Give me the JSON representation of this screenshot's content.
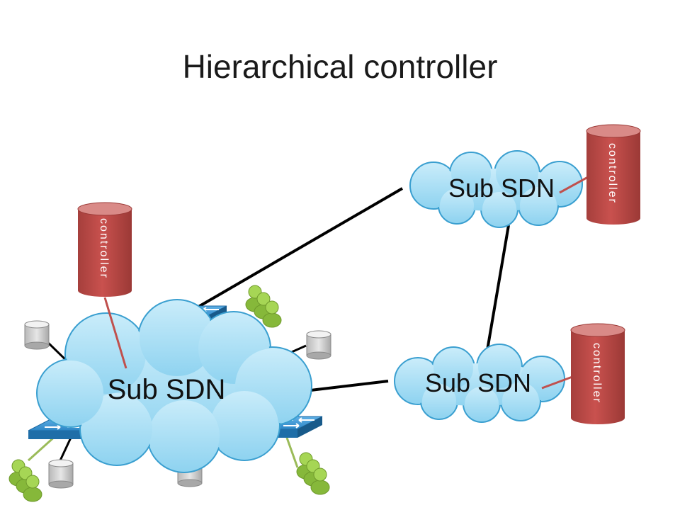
{
  "slide": {
    "title": "Hierarchical controller"
  },
  "clouds": [
    {
      "id": "large",
      "label": "Sub SDN"
    },
    {
      "id": "top-right",
      "label": "Sub SDN"
    },
    {
      "id": "bottom-right",
      "label": "Sub SDN"
    }
  ],
  "controllers": [
    {
      "id": "left",
      "label": "controller"
    },
    {
      "id": "top-right",
      "label": "controller"
    },
    {
      "id": "bottom-right",
      "label": "controller"
    }
  ],
  "colors": {
    "cloud_fill": "#a9dff4",
    "cloud_stroke": "#3a9fd0",
    "controller_fill": "#c0504d",
    "controller_top": "#d9807d",
    "switch_fill": "#2f8fd0",
    "user_fill": "#9acd4a",
    "server_fill": "#d0d0d0",
    "link": "#000000",
    "controller_link": "#c0504d",
    "user_link": "#9bbb59"
  },
  "icons": {
    "switch": "network-switch-icon",
    "user": "user-group-icon",
    "server": "server-icon",
    "controller": "database-cylinder-icon"
  }
}
